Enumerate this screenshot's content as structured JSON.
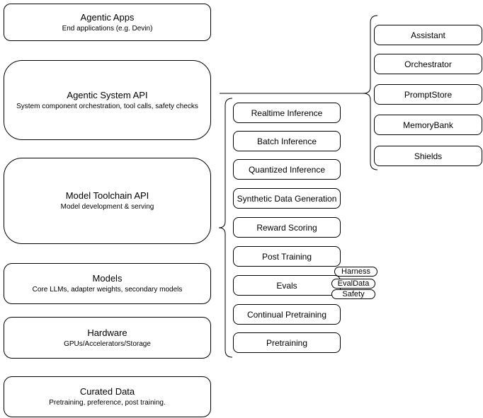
{
  "diagram": {
    "stack_layers": [
      {
        "title": "Agentic Apps",
        "subtitle": "End applications (e.g. Devin)"
      },
      {
        "title": "Agentic System API",
        "subtitle": "System component orchestration, tool calls, safety checks"
      },
      {
        "title": "Model Toolchain API",
        "subtitle": "Model development & serving"
      },
      {
        "title": "Models",
        "subtitle": "Core LLMs, adapter weights, secondary models"
      },
      {
        "title": "Hardware",
        "subtitle": "GPUs/Accelerators/Storage"
      },
      {
        "title": "Curated Data",
        "subtitle": "Pretraining, preference, post training."
      }
    ],
    "toolchain_services": [
      "Realtime Inference",
      "Batch Inference",
      "Quantized Inference",
      "Synthetic Data Generation",
      "Reward Scoring",
      "Post Training",
      "Evals",
      "Continual Pretraining",
      "Pretraining"
    ],
    "evals_components": [
      "Harness",
      "EvalData",
      "Safety"
    ],
    "system_components": [
      "Assistant",
      "Orchestrator",
      "PromptStore",
      "MemoryBank",
      "Shields"
    ],
    "colors": {
      "stroke": "#000000",
      "fill": "#ffffff",
      "text": "#000000"
    }
  }
}
